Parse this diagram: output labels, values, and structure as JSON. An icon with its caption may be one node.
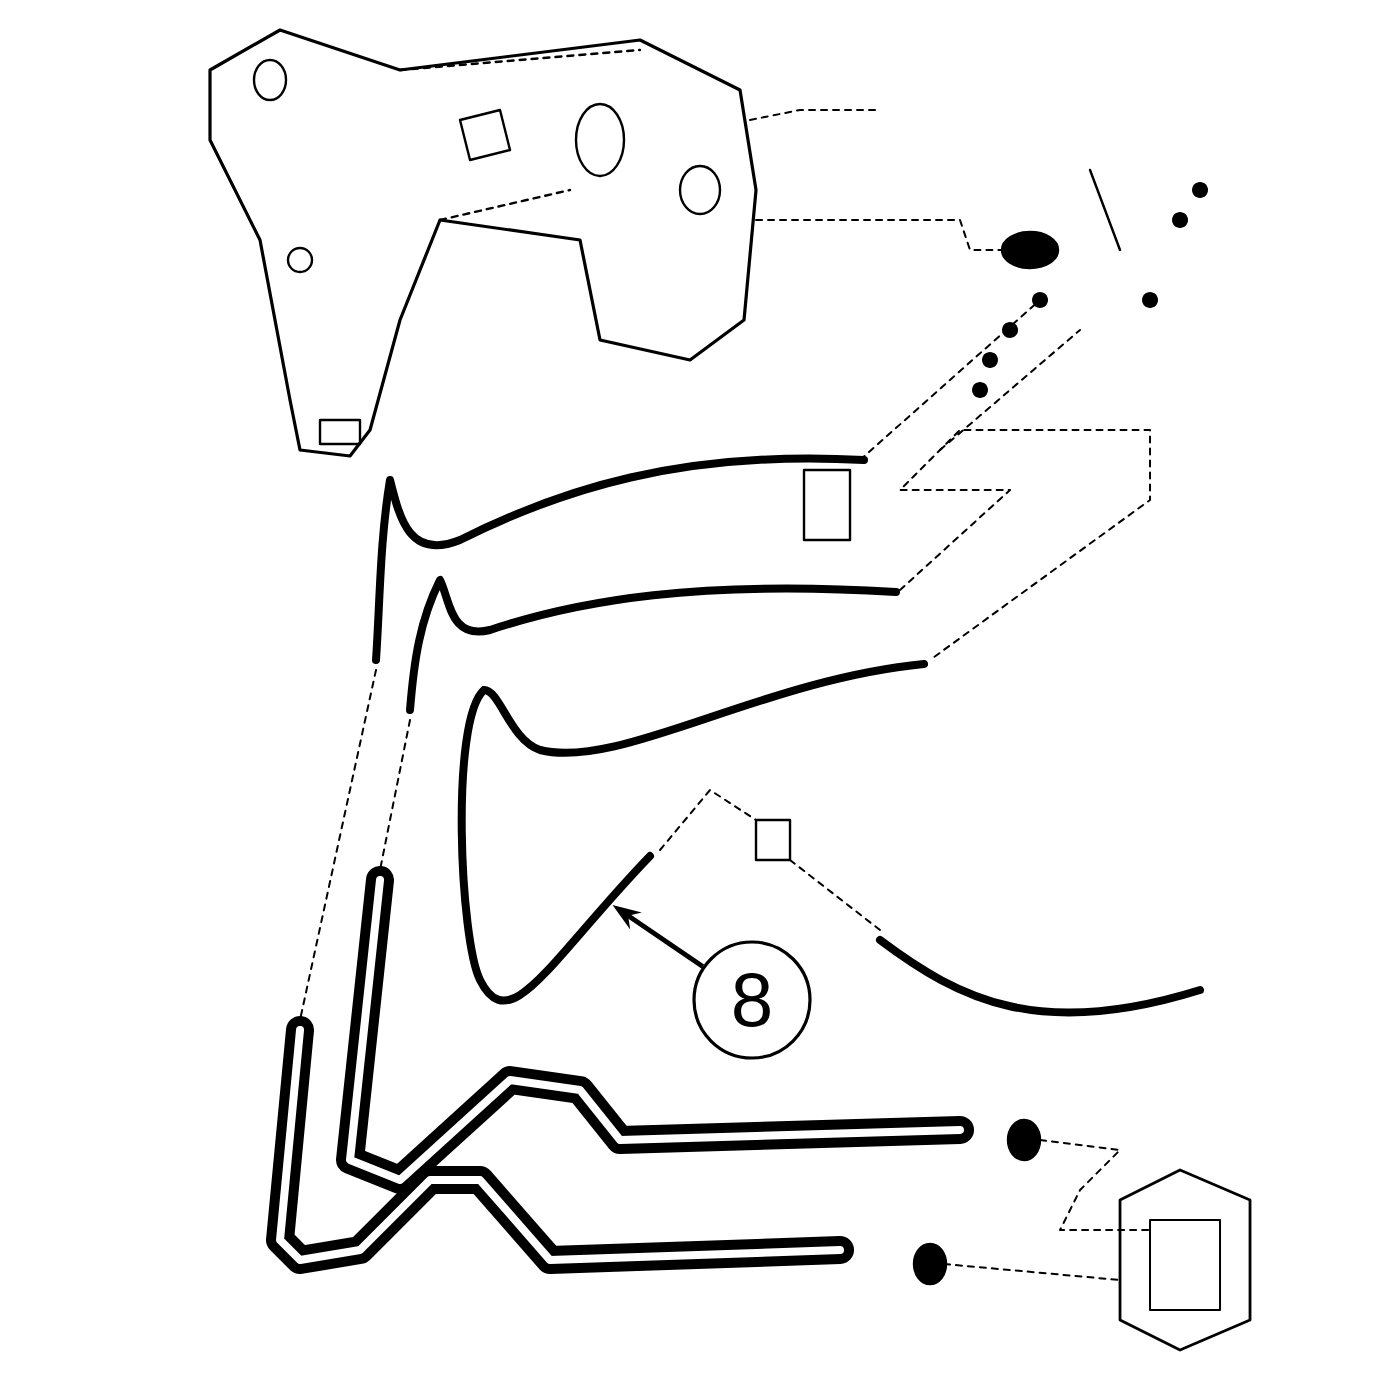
{
  "diagram": {
    "nodes": [
      {
        "text": [
          "8"
        ]
      },
      {
        "text": [],
        "shape": "picture"
      }
    ],
    "edges": [
      {
        "from": 0,
        "to": 1,
        "arrow": "to"
      }
    ]
  }
}
